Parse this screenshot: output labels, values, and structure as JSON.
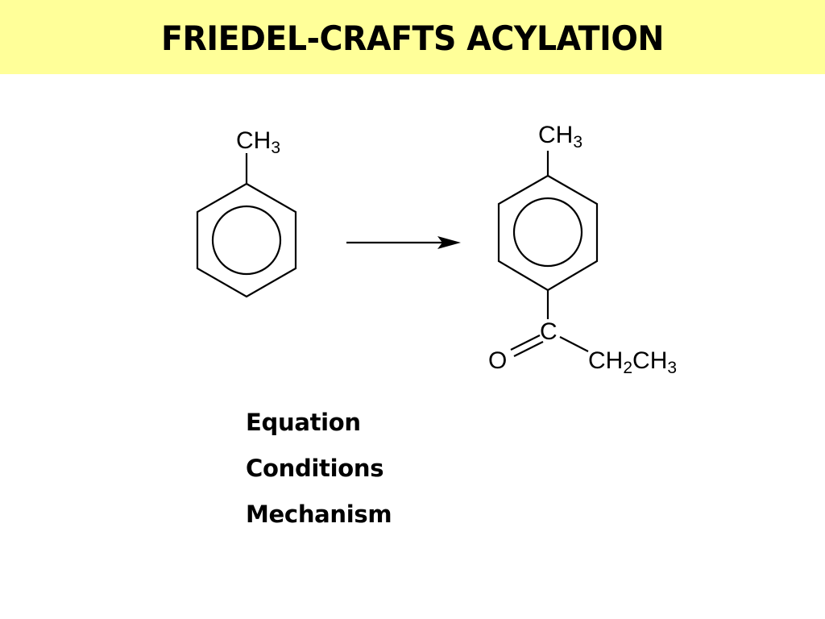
{
  "slide": {
    "title": "FRIEDEL-CRAFTS ACYLATION",
    "title_bar_color": "#ffff99"
  },
  "reaction": {
    "reactant": {
      "substituent": {
        "main": "CH",
        "sub": "3"
      }
    },
    "product": {
      "methyl": {
        "main": "CH",
        "sub": "3"
      },
      "carbonyl_carbon": "C",
      "oxygen": "O",
      "ethyl": {
        "p1": "CH",
        "s1": "2",
        "p2": "CH",
        "s2": "3"
      }
    }
  },
  "topics": [
    "Equation",
    "Conditions",
    "Mechanism"
  ]
}
